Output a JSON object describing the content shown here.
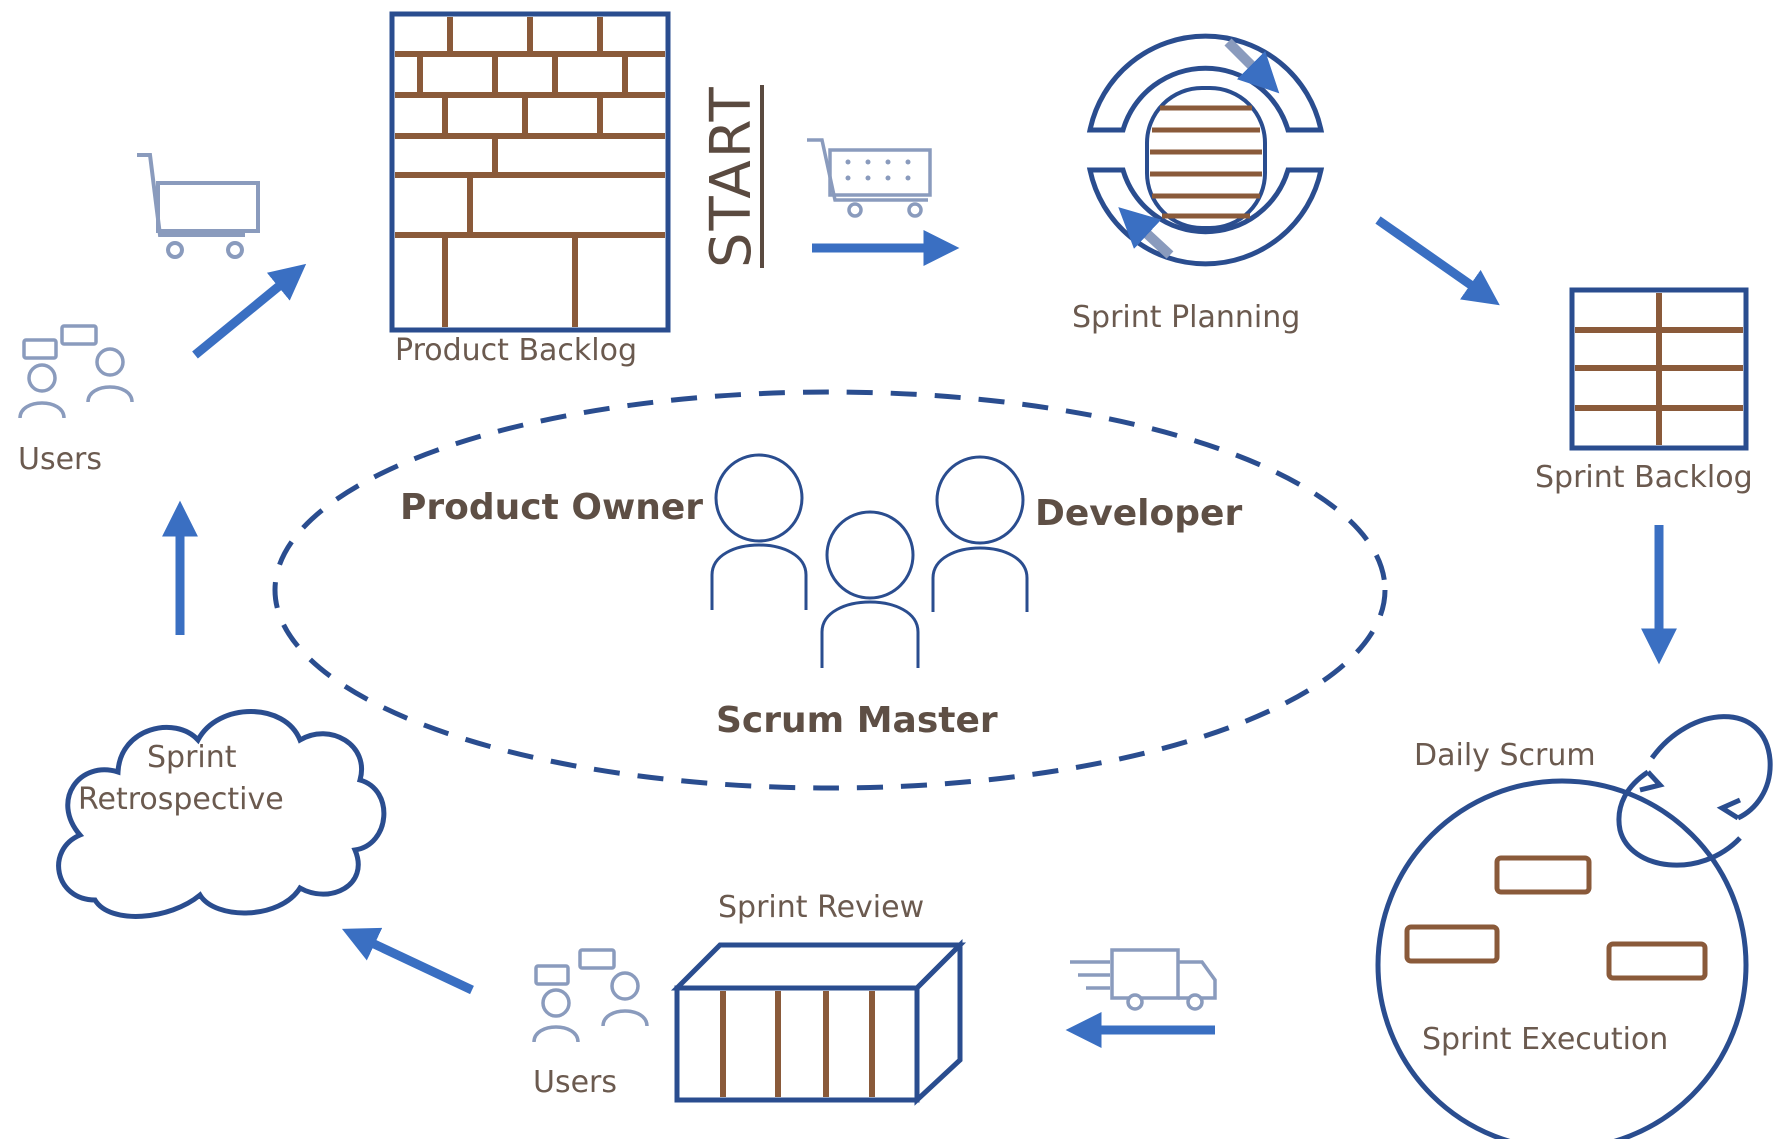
{
  "labels": {
    "product_backlog": "Product Backlog",
    "start": "START",
    "sprint_planning": "Sprint Planning",
    "sprint_backlog": "Sprint Backlog",
    "daily_scrum": "Daily Scrum",
    "sprint_execution": "Sprint Execution",
    "sprint_review": "Sprint Review",
    "users_bottom": "Users",
    "sprint_retrospective_line1": "Sprint",
    "sprint_retrospective_line2": "Retrospective",
    "users_left": "Users",
    "product_owner": "Product Owner",
    "developer": "Developer",
    "scrum_master": "Scrum Master"
  },
  "colors": {
    "outline": "#2a4d8f",
    "arrow": "#3a6fc2",
    "brick": "#8a5a3a",
    "light_icon": "#8a9bbd",
    "text": "#6b5a4f"
  },
  "icons": [
    "cart-icon",
    "users-icon",
    "truck-icon",
    "cycle-arrows-icon",
    "team-icon",
    "cloud-icon"
  ]
}
